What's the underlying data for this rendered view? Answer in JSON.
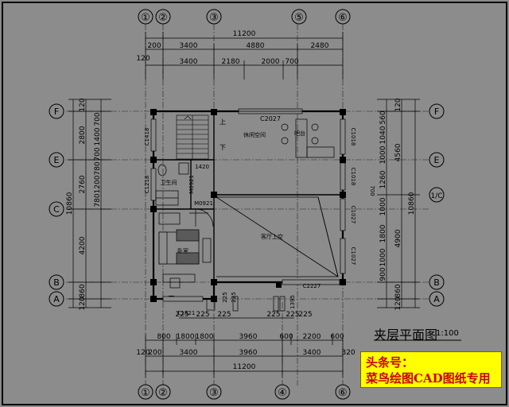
{
  "grid_top": [
    "①",
    "②",
    "③",
    "⑤",
    "⑥"
  ],
  "grid_bottom": [
    "①",
    "②",
    "③",
    "④",
    "⑥"
  ],
  "grid_left": [
    "F",
    "E",
    "C",
    "B",
    "A"
  ],
  "grid_right": [
    "F",
    "E",
    "1/C",
    "B",
    "A"
  ],
  "dims_top": {
    "overall": "11200",
    "row1": [
      "200",
      "3400",
      "4880",
      "2480"
    ],
    "row2": [
      "120",
      "3400",
      "2180",
      "2000",
      "700"
    ]
  },
  "dims_bottom": {
    "row1": [
      "800",
      "1800",
      "1800",
      "3960",
      "600",
      "2200",
      "600"
    ],
    "row2": [
      "120",
      "200",
      "3400",
      "3960",
      "3400",
      "320"
    ],
    "overall": "11200",
    "small": [
      "225",
      "225",
      "225",
      "225",
      "225",
      "225"
    ]
  },
  "dims_left": {
    "overall": "10860",
    "outer": [
      "120",
      "2800",
      "2760",
      "4200",
      "860",
      "120"
    ],
    "inner": [
      "700",
      "1400",
      "700",
      "780",
      "1200",
      "780"
    ]
  },
  "dims_right": {
    "overall": "10860",
    "outer": [
      "120",
      "4560",
      "4900",
      "860",
      "120"
    ],
    "inner": [
      "560",
      "1040",
      "1000",
      "1260",
      "1000",
      "1800",
      "1000",
      "900"
    ]
  },
  "labels": {
    "window_top": "C2027",
    "c1418": "C1418",
    "c1218": "C1218",
    "c1018a": "C1018",
    "c1018b": "C1018",
    "c1027a": "C1027",
    "c1027b": "C1027",
    "c1821": "C1821",
    "c2227": "C2227",
    "m0921": "M0921",
    "m0921b": "M0921",
    "dim1420": "1420",
    "dim700": "700",
    "stair_up": "上",
    "stair_down": "下",
    "leisure": "休闲空间",
    "bar": "吧台",
    "bath": "卫生间",
    "bedroom": "卧室",
    "hall_void": "客厅上空",
    "v1395": "1395",
    "v225a": "225",
    "v225b": "225"
  },
  "drawing_title": "夹层平面图",
  "drawing_scale": "1:100",
  "banner": {
    "line1": "头条号：",
    "line2": "菜鸟绘图CAD图纸专用"
  }
}
